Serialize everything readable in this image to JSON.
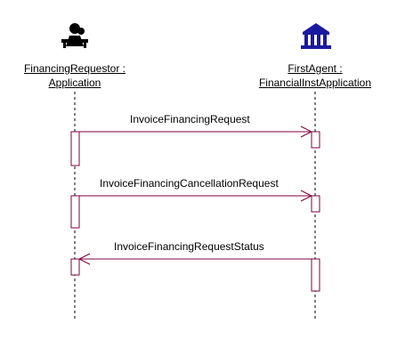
{
  "participants": [
    {
      "name_line1": "FinancingRequestor :",
      "name_line2": "Application",
      "icon": "person-at-desk-icon"
    },
    {
      "name_line1": "FirstAgent :",
      "name_line2": "FinancialInstApplication",
      "icon": "bank-building-icon"
    }
  ],
  "messages": [
    {
      "label": "InvoiceFinancingRequest",
      "direction": "left-to-right"
    },
    {
      "label": "InvoiceFinancingCancellationRequest",
      "direction": "left-to-right"
    },
    {
      "label": "InvoiceFinancingRequestStatus",
      "direction": "right-to-left"
    }
  ],
  "colors": {
    "line": "#800040",
    "lifeline": "#000000",
    "bank_icon": "#1a1aa0"
  }
}
